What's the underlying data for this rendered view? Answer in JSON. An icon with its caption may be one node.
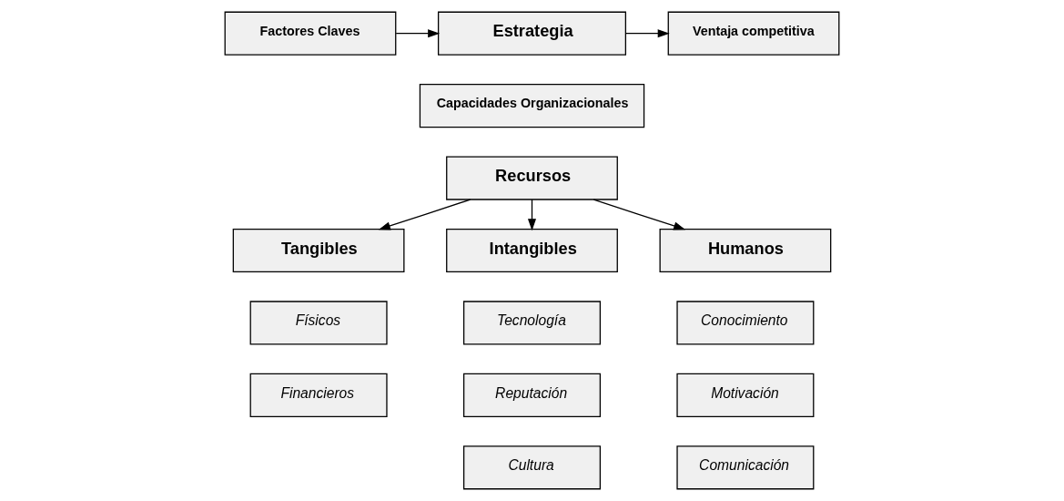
{
  "diagram": {
    "nodes": [
      {
        "text": [
          "Ventaja competitiva"
        ]
      },
      {
        "text": [
          "Estrategia"
        ]
      },
      {
        "text": [
          "Factores Claves"
        ]
      },
      {
        "text": [
          "Capacidades Organizacionales"
        ]
      },
      {
        "text": [
          "Recursos"
        ]
      },
      {
        "text": [
          "Tangibles"
        ]
      },
      {
        "text": [
          "Intangibles"
        ]
      },
      {
        "text": [
          "Humanos"
        ]
      },
      {
        "text": [
          "Físicos"
        ]
      },
      {
        "text": [
          "Financieros"
        ]
      },
      {
        "text": [
          "Tecnología"
        ]
      },
      {
        "text": [
          "Reputación"
        ]
      },
      {
        "text": [
          "Cultura"
        ]
      },
      {
        "text": [
          "Conocimiento"
        ]
      },
      {
        "text": [
          "Motivación"
        ]
      },
      {
        "text": [
          "Comunicación"
        ]
      }
    ],
    "edges": [
      {
        "from": 1,
        "to": 0,
        "arrow": "to"
      },
      {
        "from": 2,
        "to": 1,
        "arrow": "to"
      },
      {
        "from": 4,
        "to": 5,
        "arrow": "to"
      },
      {
        "from": 4,
        "to": 6,
        "arrow": "to"
      },
      {
        "from": 4,
        "to": 7,
        "arrow": "to"
      }
    ]
  }
}
